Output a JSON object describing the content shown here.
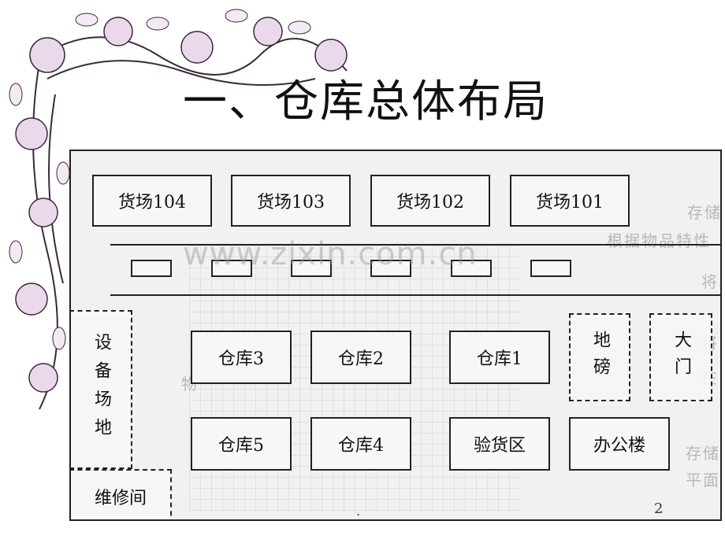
{
  "slide": {
    "title": "一、仓库总体布局",
    "page_number": "2",
    "footer_dot": ".",
    "watermark": "www.zixin.com.cn"
  },
  "plan": {
    "yards": [
      "货场104",
      "货场103",
      "货场102",
      "货场101"
    ],
    "warehouses_row1": [
      "仓库3",
      "仓库2",
      "仓库1"
    ],
    "warehouses_row2": [
      "仓库5",
      "仓库4"
    ],
    "inspection_area": "验货区",
    "office": "办公楼",
    "weighbridge": "地磅",
    "gate": "大门",
    "equipment_area": "设备场地",
    "repair_room": "维修间"
  },
  "background_text": [
    "存储区",
    "根据物品特性",
    "将单",
    "将",
    "在",
    "物",
    "存储",
    "平面"
  ],
  "colors": {
    "line": "#222222",
    "box_fill": "#f7f7f7",
    "floral": "#4a2a4a"
  }
}
